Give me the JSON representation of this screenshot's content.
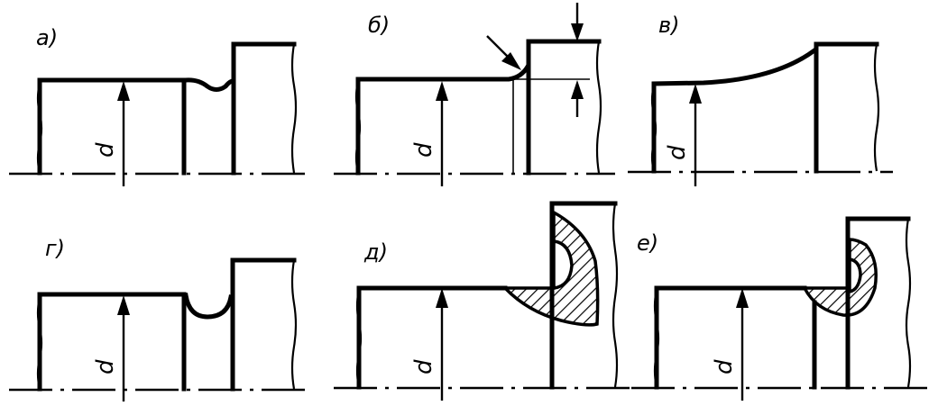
{
  "panels": [
    {
      "id": "a",
      "label": "а)",
      "dimension": "d"
    },
    {
      "id": "b",
      "label": "б)",
      "dimension": "d"
    },
    {
      "id": "v",
      "label": "в)",
      "dimension": "d"
    },
    {
      "id": "g",
      "label": "г)",
      "dimension": "d"
    },
    {
      "id": "d",
      "label": "д)",
      "dimension": "d"
    },
    {
      "id": "e",
      "label": "е)",
      "dimension": "d"
    }
  ],
  "colors": {
    "ink": "#000000",
    "paper": "#ffffff"
  }
}
